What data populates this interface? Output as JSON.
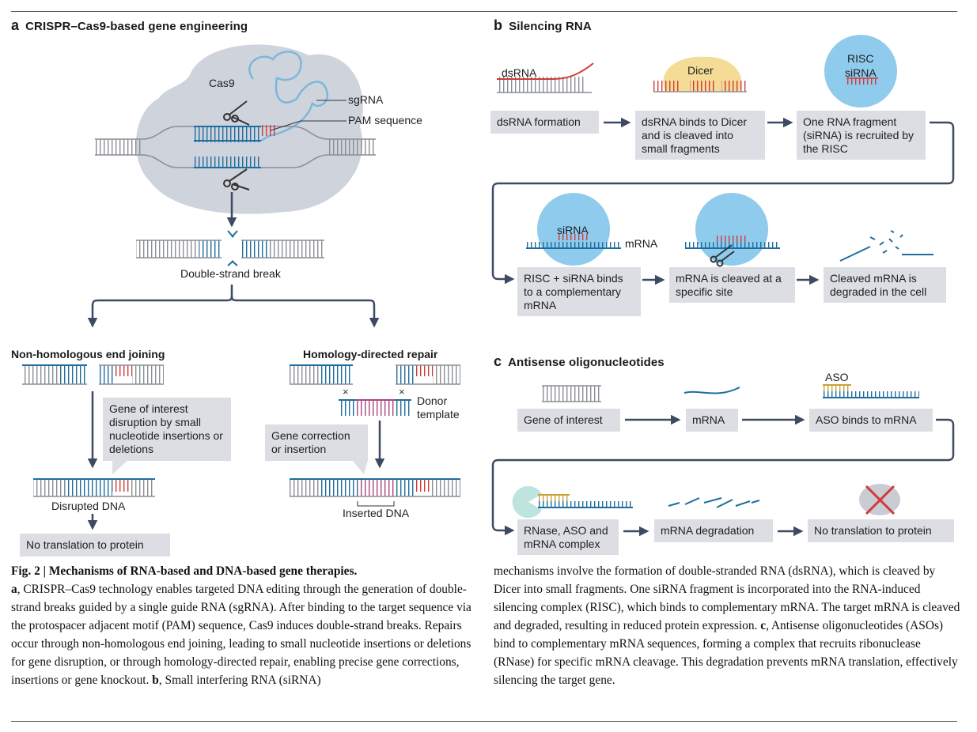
{
  "panel_a": {
    "letter": "a",
    "title": "CRISPR–Cas9-based gene engineering",
    "cas9": "Cas9",
    "sgrna": "sgRNA",
    "pam": "PAM sequence",
    "dsb": "Double-strand break",
    "nhej_title": "Non-homologous end joining",
    "nhej_note": "Gene of interest disruption by small nucleotide insertions or deletions",
    "disrupted": "Disrupted DNA",
    "no_translation": "No translation to protein",
    "hdr_title": "Homology-directed repair",
    "donor": "Donor template",
    "correction": "Gene correction or insertion",
    "inserted": "Inserted DNA"
  },
  "panel_b": {
    "letter": "b",
    "title": "Silencing RNA",
    "dsrna_label": "dsRNA",
    "dicer": "Dicer",
    "risc": "RISC",
    "sirna": "siRNA",
    "mrna": "mRNA",
    "step1": "dsRNA formation",
    "step2": "dsRNA binds to Dicer and is cleaved into small fragments",
    "step3": "One RNA fragment (siRNA) is recruited by the RISC",
    "step4": "RISC + siRNA binds to a complementary mRNA",
    "step5": "mRNA is cleaved at a specific site",
    "step6": "Cleaved mRNA is degraded in the cell"
  },
  "panel_c": {
    "letter": "c",
    "title": "Antisense oligonucleotides",
    "aso_label": "ASO",
    "step1": "Gene of interest",
    "step2": "mRNA",
    "step3": "ASO binds to mRNA",
    "step4": "RNase, ASO and mRNA complex",
    "step5": "mRNA degradation",
    "step6": "No translation to protein"
  },
  "caption": {
    "fig": "Fig. 2 | Mechanisms of RNA-based and DNA-based gene therapies.",
    "part_a_letter": "a",
    "part_a": ", CRISPR–Cas9 technology enables targeted DNA editing through the generation of double-strand breaks guided by a single guide RNA (sgRNA). After binding to the target sequence via the protospacer adjacent motif (PAM) sequence, Cas9 induces double-strand breaks. Repairs occur through non-homologous end joining, leading to small nucleotide insertions or deletions for gene disruption, or through homology-directed repair, enabling precise gene corrections, insertions or gene knockout.",
    "part_b_letter": "b",
    "part_b": ", Small interfering RNA (siRNA)",
    "right_a": "mechanisms involve the formation of double-stranded RNA (dsRNA), which is cleaved by Dicer into small fragments. One siRNA fragment is incorporated into the RNA-induced silencing complex (RISC), which binds to complementary mRNA. The target mRNA is cleaved and degraded, resulting in reduced protein expression.",
    "part_c_letter": "c",
    "part_c": ", Antisense oligonucleotides (ASOs) bind to complementary mRNA sequences, forming a complex that recruits ribonuclease (RNase) for specific mRNA cleavage. This degradation prevents mRNA translation, effectively silencing the target gene."
  },
  "colors": {
    "blue_dna": "#1f6d9e",
    "grey_dna": "#8a8e95",
    "red": "#d23a3a",
    "magenta": "#a8477e",
    "step_box": "#dcdee3",
    "arrow": "#3d4a63",
    "cas9_body": "#cfd3dc",
    "dicer": "#f4dc97",
    "risc": "#8fcbed",
    "sgrna": "#7ab8dc",
    "aso": "#c9a23a"
  }
}
